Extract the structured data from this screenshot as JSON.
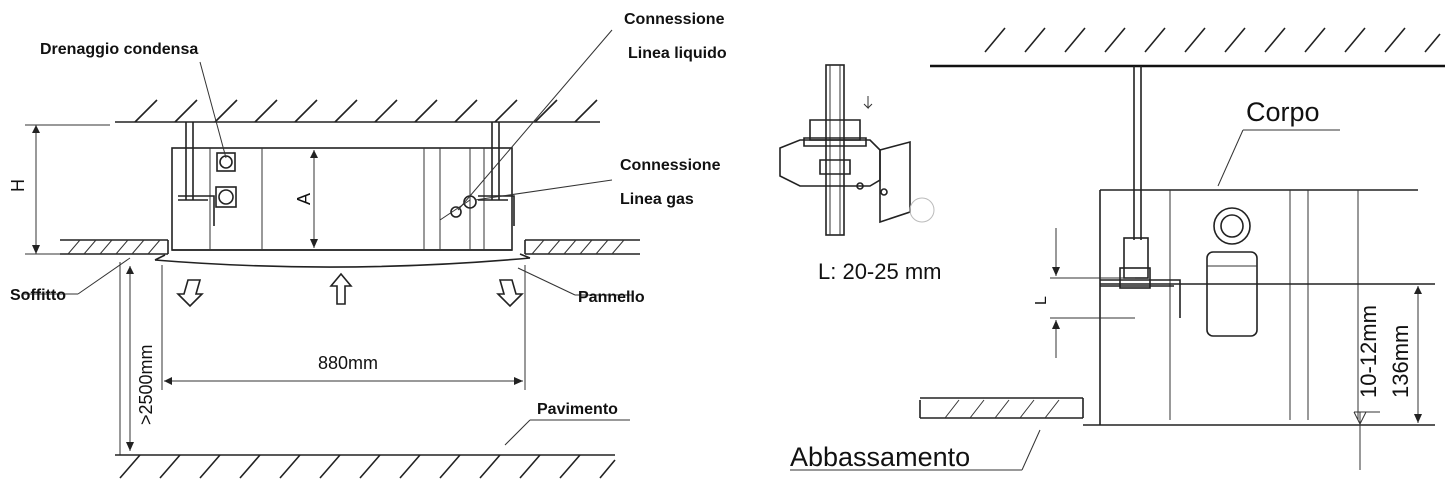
{
  "left_view": {
    "labels": {
      "drain": "Drenaggio condensa",
      "liquid_conn": "Connessione",
      "liquid_line": "Linea liquido",
      "gas_conn": "Connessione",
      "gas_line": "Linea gas",
      "ceiling": "Soffitto",
      "panel": "Pannello",
      "floor": "Pavimento"
    },
    "dimensions": {
      "h": "H",
      "a": "A",
      "width": "880mm",
      "height_min": ">2500mm"
    }
  },
  "right_view": {
    "labels": {
      "body": "Corpo",
      "drop": "Abbassamento",
      "rod_length": "L:  20-25 mm"
    },
    "dimensions": {
      "l": "L",
      "gap": "10-12mm",
      "depth": "136mm"
    }
  }
}
